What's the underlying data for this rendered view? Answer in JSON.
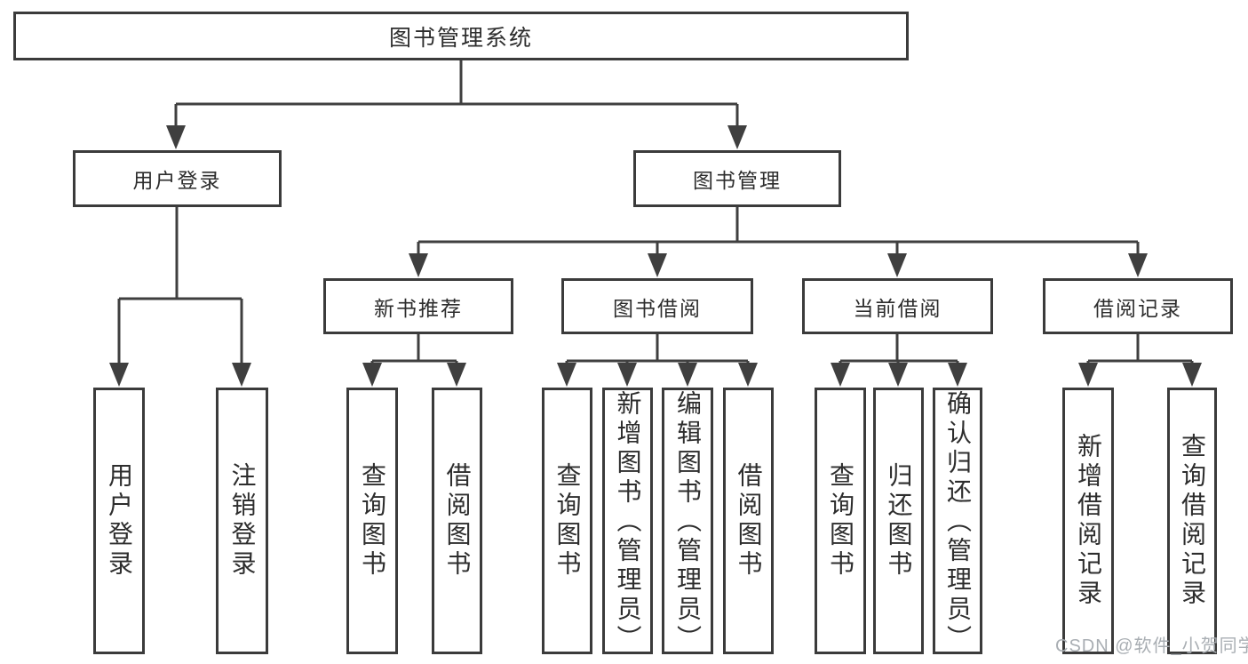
{
  "colors": {
    "line": "#3f3f3f",
    "box_border": "#3b3b3b",
    "text": "#2d2d2d",
    "watermark": "#a9aeb3",
    "background": "#ffffff"
  },
  "diagram": {
    "root": {
      "label": "图书管理系统"
    },
    "branches": {
      "user_login": {
        "label": "用户登录",
        "children": {
          "login": "用户登录",
          "logout": "注销登录"
        }
      },
      "book_management": {
        "label": "图书管理",
        "sections": {
          "new_book": {
            "label": "新书推荐",
            "children": {
              "query": "查询图书",
              "borrow": "借阅图书"
            }
          },
          "borrow": {
            "label": "图书借阅",
            "children": {
              "query": "查询图书",
              "add": "新增图书（管理员）",
              "edit": "编辑图书（管理员）",
              "borrow": "借阅图书"
            }
          },
          "current": {
            "label": "当前借阅",
            "children": {
              "query": "查询图书",
              "return": "归还图书",
              "confirm": "确认归还（管理员）"
            }
          },
          "records": {
            "label": "借阅记录",
            "children": {
              "add": "新增借阅记录",
              "query": "查询借阅记录"
            }
          }
        }
      }
    }
  },
  "watermark": {
    "text": "CSDN @软件_小贺同学"
  }
}
